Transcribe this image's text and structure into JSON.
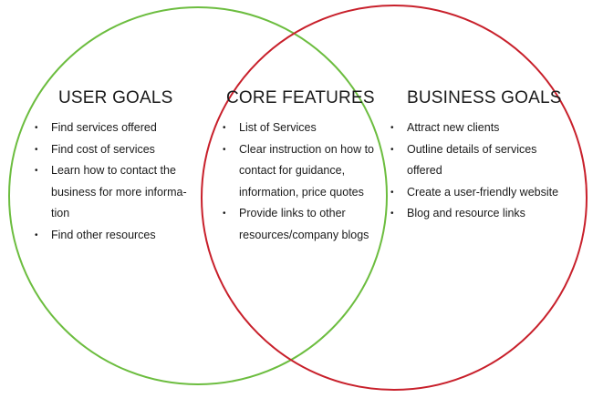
{
  "diagram": {
    "colors": {
      "left_circle": "#6cbd3f",
      "right_circle": "#c8202b",
      "text": "#1a1a1a"
    },
    "sections": {
      "user_goals": {
        "title": "USER GOALS",
        "items": [
          "Find services offered",
          "Find cost of services",
          "Learn how to contact the business for more informa-tion",
          "Find other resources"
        ]
      },
      "core_features": {
        "title": "CORE FEATURES",
        "items": [
          "List of Services",
          "Clear instruction on how to contact for guidance, information, price quotes",
          "Provide links to other resources/company blogs"
        ]
      },
      "business_goals": {
        "title": "BUSINESS GOALS",
        "items": [
          "Attract new clients",
          "Outline details of services offered",
          "Create a user-friendly website",
          "Blog and resource links"
        ]
      }
    },
    "bullet_glyph": "•"
  }
}
